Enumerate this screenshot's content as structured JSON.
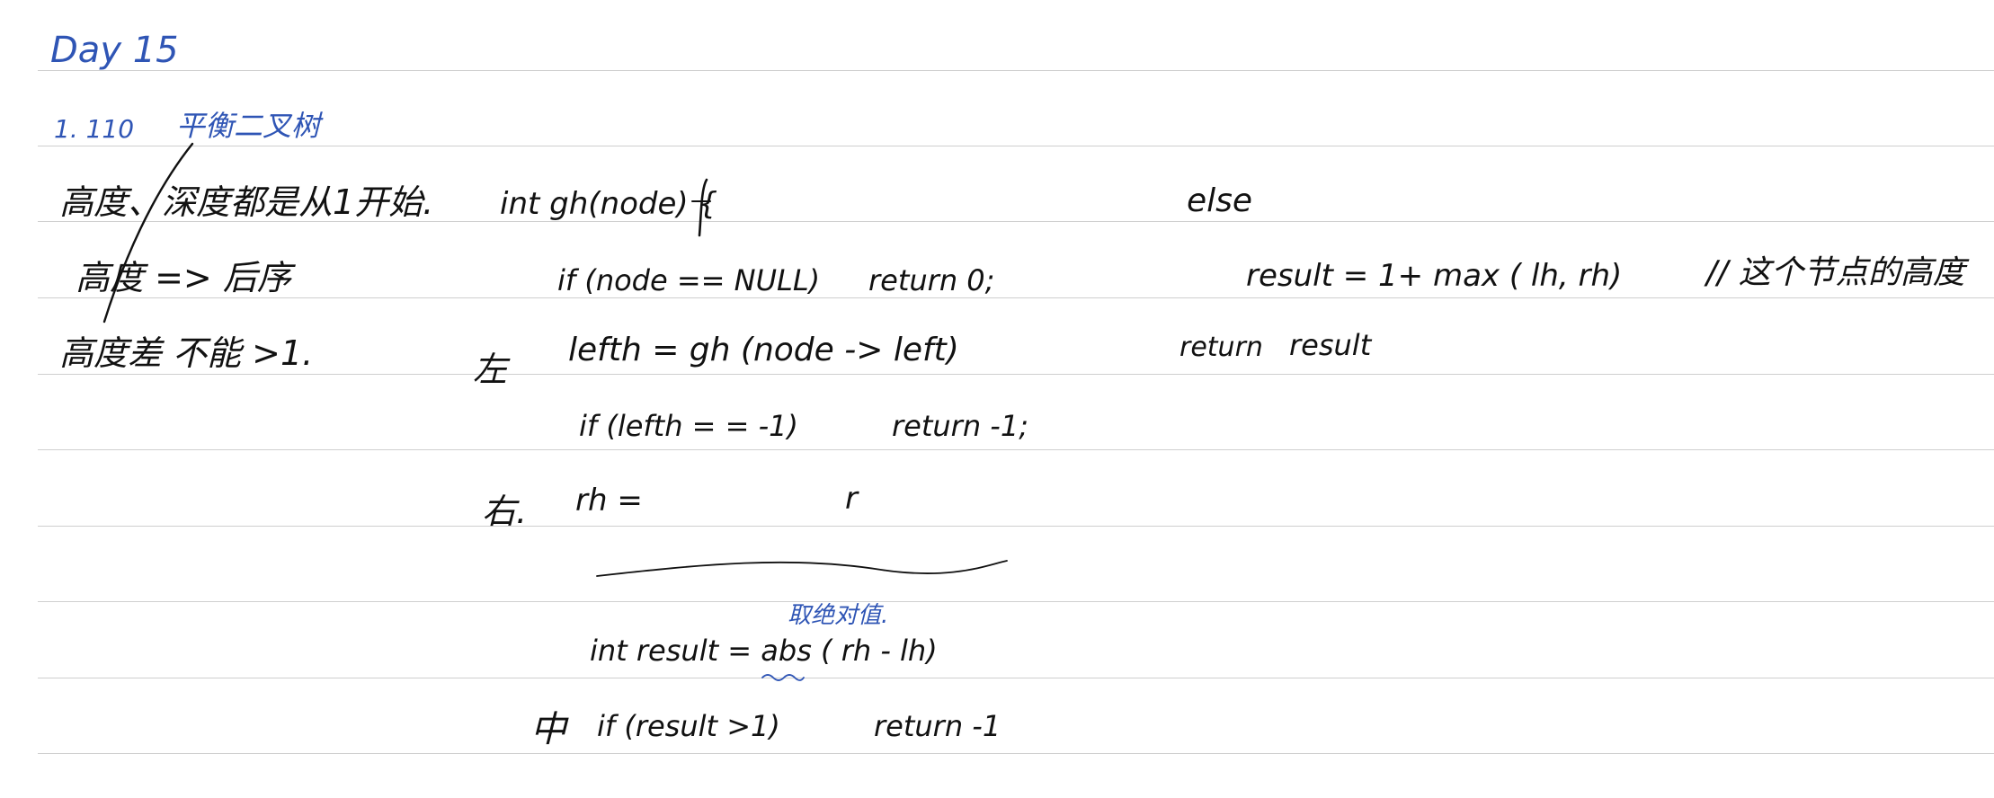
{
  "colors": {
    "ink": "#111111",
    "blue": "#2f55b5",
    "rule": "#cfcfcf",
    "paper": "#ffffff"
  },
  "header": {
    "title": "Day 15"
  },
  "problem": {
    "number": "1. 110",
    "name": "平衡二叉树"
  },
  "notes": [
    "高度、深度都是从1开始.",
    "高度 => 后序",
    "高度差 不能 >1."
  ],
  "code": {
    "signature": "int gh(node) {",
    "null_check": "if (node == NULL)",
    "null_return": "return 0;",
    "left_marker": "左",
    "left_call": "lefth = gh (node -> left)",
    "left_check": "if (lefth = = -1)",
    "left_return": "return -1;",
    "right_marker": "右.",
    "right_call": "rh =",
    "right_tail": "r",
    "abs_annotation": "取绝对值.",
    "result_line": "int result = abs ( rh - lh)",
    "mid_marker": "中",
    "mid_check": "if (result >1)",
    "mid_return": "return -1",
    "else_kw": "else",
    "else_assign": "result = 1+ max ( lh, rh)",
    "else_comment": "// 这个节点的高度",
    "final_return": "return",
    "final_value": "result"
  }
}
